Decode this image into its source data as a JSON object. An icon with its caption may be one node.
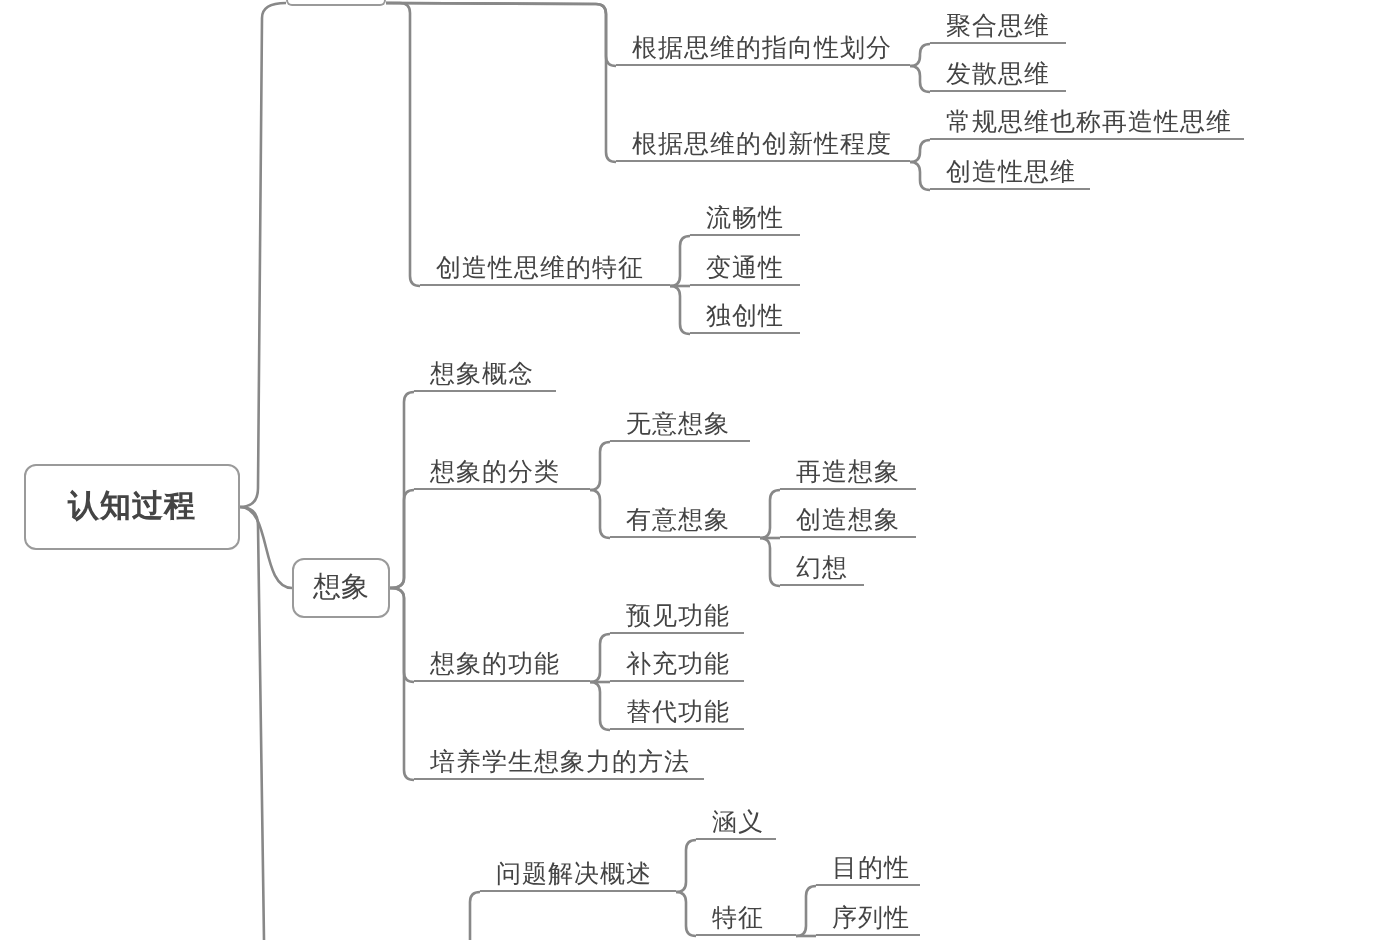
{
  "diagram": {
    "nodes": [
      {
        "text": [
          "认知过程"
        ]
      },
      {
        "text": [],
        "shape": "box"
      },
      {
        "text": [
          "根据思维的指向性划分"
        ]
      },
      {
        "text": [
          "聚合思维"
        ]
      },
      {
        "text": [
          "发散思维"
        ]
      },
      {
        "text": [
          "根据思维的创新性程度"
        ]
      },
      {
        "text": [
          "常规思维也称再造性思维"
        ]
      },
      {
        "text": [
          "创造性思维"
        ]
      },
      {
        "text": [
          "创造性思维的特征"
        ]
      },
      {
        "text": [
          "流畅性"
        ]
      },
      {
        "text": [
          "变通性"
        ]
      },
      {
        "text": [
          "独创性"
        ]
      },
      {
        "text": [
          "想象"
        ]
      },
      {
        "text": [
          "想象概念"
        ]
      },
      {
        "text": [
          "想象的分类"
        ]
      },
      {
        "text": [
          "无意想象"
        ]
      },
      {
        "text": [
          "有意想象"
        ]
      },
      {
        "text": [
          "再造想象"
        ]
      },
      {
        "text": [
          "创造想象"
        ]
      },
      {
        "text": [
          "幻想"
        ]
      },
      {
        "text": [
          "想象的功能"
        ]
      },
      {
        "text": [
          "预见功能"
        ]
      },
      {
        "text": [
          "补充功能"
        ]
      },
      {
        "text": [
          "替代功能"
        ]
      },
      {
        "text": [
          "培养学生想象力的方法"
        ]
      },
      {
        "text": [
          "问题解决概述"
        ]
      },
      {
        "text": [
          "涵义"
        ]
      },
      {
        "text": [
          "特征"
        ]
      },
      {
        "text": [
          "目的性"
        ]
      },
      {
        "text": [
          "序列性"
        ]
      }
    ],
    "edges": [
      {
        "from": 0,
        "to": 1,
        "arrow": "none"
      },
      {
        "from": 0,
        "to": 12,
        "arrow": "none"
      },
      {
        "from": 0,
        "to": null,
        "arrow": "none"
      },
      {
        "from": 1,
        "to": 2,
        "arrow": "none"
      },
      {
        "from": 1,
        "to": 5,
        "arrow": "none"
      },
      {
        "from": 2,
        "to": 3,
        "arrow": "none"
      },
      {
        "from": 2,
        "to": 4,
        "arrow": "none"
      },
      {
        "from": 5,
        "to": 6,
        "arrow": "none"
      },
      {
        "from": 5,
        "to": 7,
        "arrow": "none"
      },
      {
        "from": 1,
        "to": 8,
        "arrow": "none"
      },
      {
        "from": 8,
        "to": 9,
        "arrow": "none"
      },
      {
        "from": 8,
        "to": 10,
        "arrow": "none"
      },
      {
        "from": 8,
        "to": 11,
        "arrow": "none"
      },
      {
        "from": 12,
        "to": 13,
        "arrow": "none"
      },
      {
        "from": 12,
        "to": 14,
        "arrow": "none"
      },
      {
        "from": 12,
        "to": 20,
        "arrow": "none"
      },
      {
        "from": 12,
        "to": 24,
        "arrow": "none"
      },
      {
        "from": 14,
        "to": 15,
        "arrow": "none"
      },
      {
        "from": 14,
        "to": 16,
        "arrow": "none"
      },
      {
        "from": 16,
        "to": 17,
        "arrow": "none"
      },
      {
        "from": 16,
        "to": 18,
        "arrow": "none"
      },
      {
        "from": 16,
        "to": 19,
        "arrow": "none"
      },
      {
        "from": 20,
        "to": 21,
        "arrow": "none"
      },
      {
        "from": 20,
        "to": 22,
        "arrow": "none"
      },
      {
        "from": 20,
        "to": 23,
        "arrow": "none"
      },
      {
        "from": null,
        "to": 25,
        "arrow": "none"
      },
      {
        "from": 25,
        "to": 26,
        "arrow": "none"
      },
      {
        "from": 25,
        "to": 27,
        "arrow": "none"
      },
      {
        "from": 27,
        "to": 28,
        "arrow": "none"
      },
      {
        "from": 27,
        "to": 29,
        "arrow": "none"
      }
    ]
  }
}
